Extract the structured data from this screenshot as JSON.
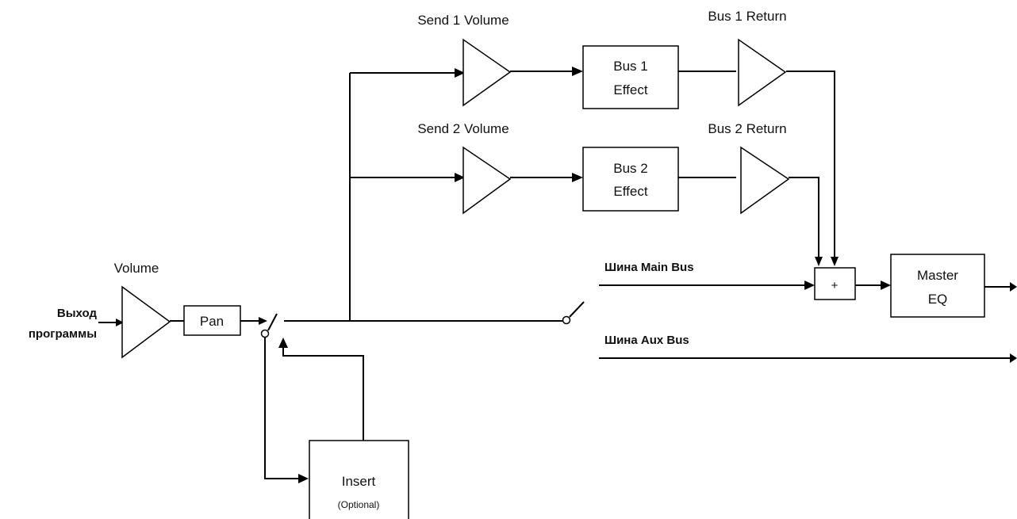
{
  "labels": {
    "program_output_line1": "Выход",
    "program_output_line2": "программы",
    "volume": "Volume",
    "pan": "Pan",
    "send1_volume": "Send 1 Volume",
    "send2_volume": "Send 2 Volume",
    "bus1_return": "Bus 1 Return",
    "bus2_return": "Bus 2 Return",
    "bus1_effect_line1": "Bus 1",
    "bus1_effect_line2": "Effect",
    "bus2_effect_line1": "Bus 2",
    "bus2_effect_line2": "Effect",
    "main_bus": "Шина Main Bus",
    "aux_bus": "Шина Aux Bus",
    "mixer_symbol": "+",
    "master_eq_line1": "Master",
    "master_eq_line2": "EQ",
    "insert": "Insert",
    "insert_optional": "(Optional)"
  }
}
